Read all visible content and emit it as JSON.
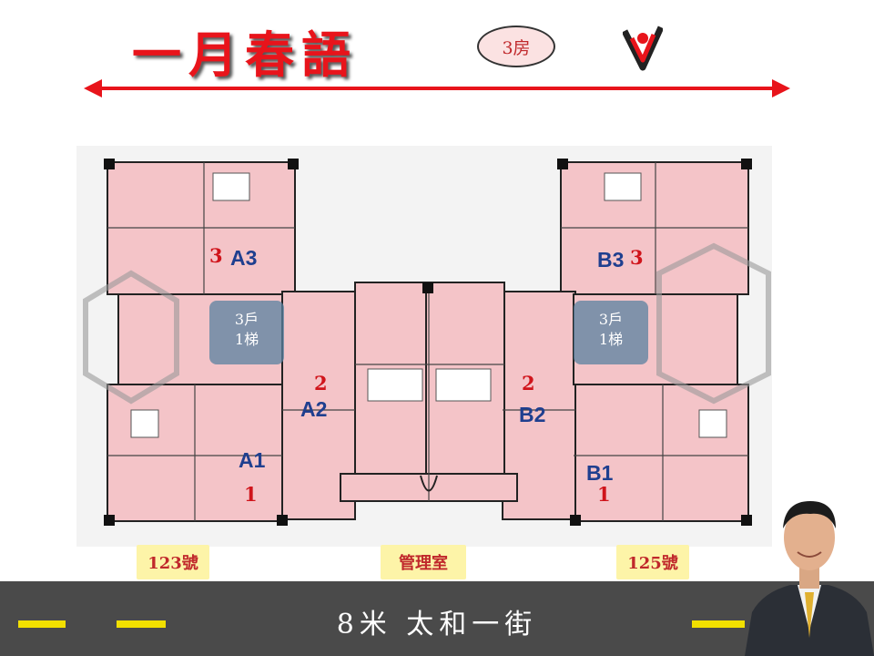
{
  "header": {
    "title": "一月春語",
    "rooms_badge": "3房"
  },
  "units": [
    {
      "name": "A3",
      "rooms": "3"
    },
    {
      "name": "A2",
      "rooms": "2"
    },
    {
      "name": "A1",
      "rooms": "1"
    },
    {
      "name": "B3",
      "rooms": "3"
    },
    {
      "name": "B2",
      "rooms": "2"
    },
    {
      "name": "B1",
      "rooms": "1"
    }
  ],
  "elevator_lobby": {
    "line1": "3戶",
    "line2": "1梯"
  },
  "labels": {
    "left_address": "123號",
    "management": "管理室",
    "right_address": "125號"
  },
  "road": {
    "name": "8米  太和一街"
  },
  "colors": {
    "title_red": "#e8141b",
    "unit_pink": "#f4c4c8",
    "wall": "#111111",
    "road": "#4a4a4a",
    "lane_yellow": "#f2e000",
    "label_yellow": "#fdf4a8",
    "unit_blue": "#1f3f8f"
  },
  "icons": [
    "check-v-logo-icon",
    "double-arrow-icon",
    "agent-photo"
  ]
}
